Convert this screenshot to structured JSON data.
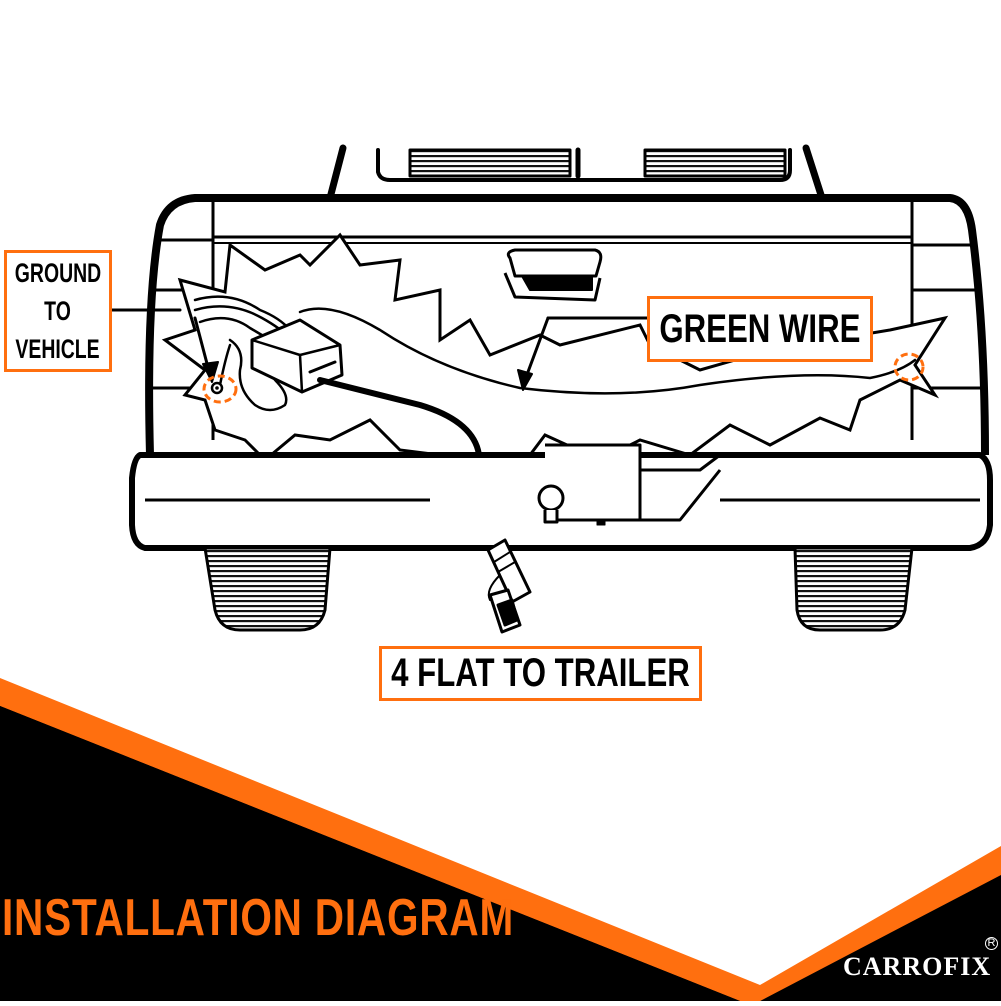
{
  "diagram": {
    "title": "INSTALLATION DIAGRAM",
    "brand": "CARROFIX",
    "brand_mark": "R",
    "subject": "pickup-truck-rear-view",
    "labels": {
      "ground": [
        "GROUND",
        "TO",
        "VEHICLE"
      ],
      "green_wire": "GREEN WIRE",
      "trailer": "4 FLAT TO TRAILER"
    },
    "colors": {
      "accent": "#ff6f0f",
      "background": "#ffffff",
      "footer": "#000000",
      "line": "#000000",
      "title_text": "#ff6f0f",
      "brand_text": "#ffffff"
    }
  }
}
